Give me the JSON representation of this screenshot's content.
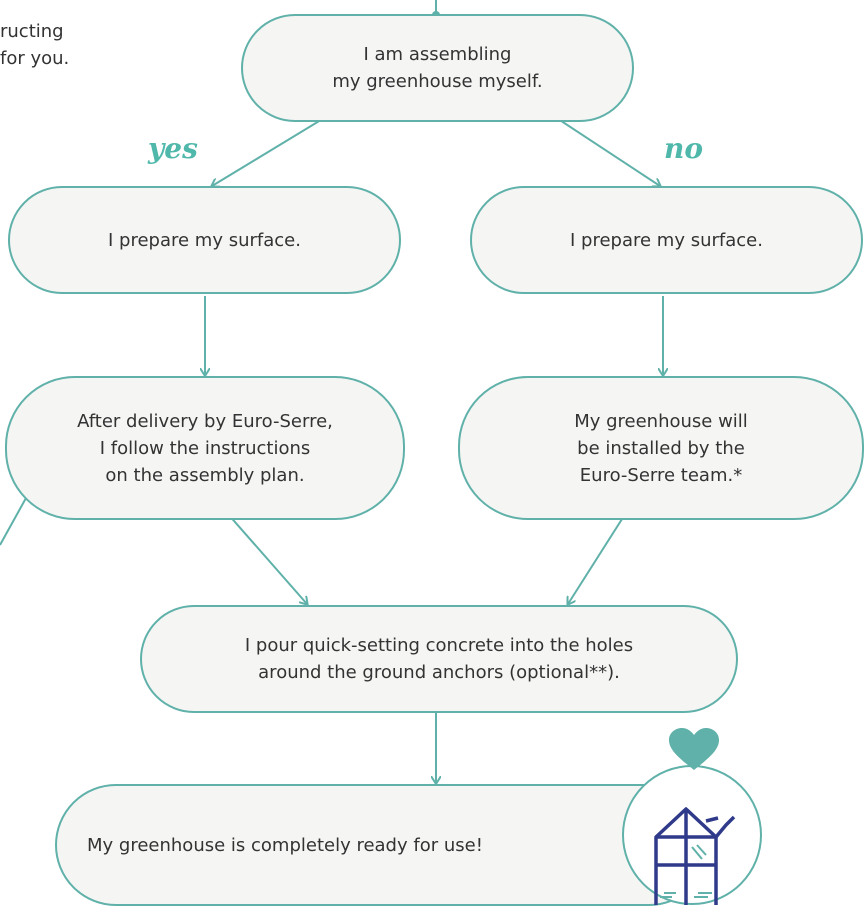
{
  "corner_text": "ructing\n for you.",
  "nodes": {
    "start": "I am assembling\nmy greenhouse myself.",
    "yes_prepare": "I prepare my surface.",
    "no_prepare": "I prepare my surface.",
    "yes_follow": "After delivery by Euro-Serre,\nI follow the instructions\non the assembly plan.",
    "no_install": "My greenhouse will\nbe installed by the\nEuro-Serre team.*",
    "concrete": "I pour quick-setting concrete into the holes\naround the ground anchors (optional**).",
    "ready": "My greenhouse is completely ready for use!"
  },
  "labels": {
    "yes": "yes",
    "no": "no"
  },
  "colors": {
    "accent": "#5fb1a9",
    "label": "#4fb8ab",
    "node_fill": "#f5f5f4",
    "heart": "#5fb1a9",
    "greenhouse": "#2f3a8a"
  },
  "icons": {
    "badge": "greenhouse-icon",
    "badge_top": "heart-icon"
  }
}
